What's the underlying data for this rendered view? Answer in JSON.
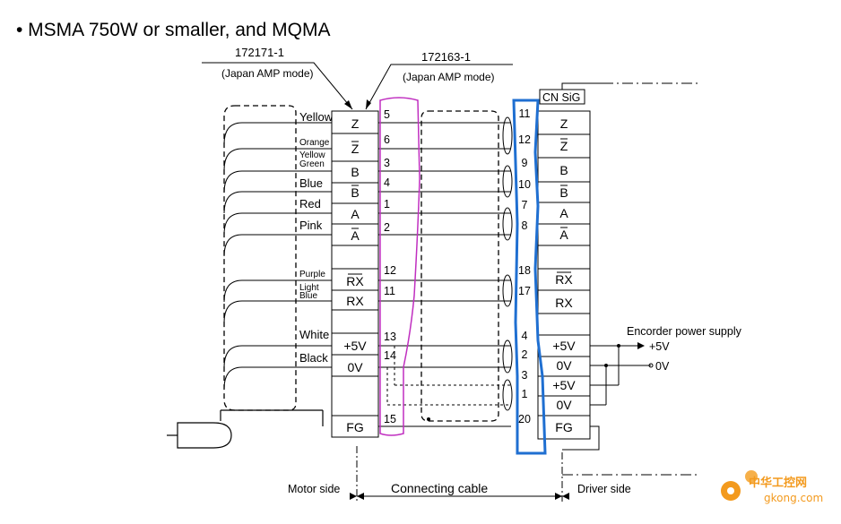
{
  "title": "• MSMA 750W or smaller, and MQMA",
  "connector_left": {
    "part": "172171-1",
    "mode": "(Japan AMP mode)"
  },
  "connector_mid": {
    "part": "172163-1",
    "mode": "(Japan AMP mode)"
  },
  "cn_label": "CN SiG",
  "wire_colors": [
    {
      "text": "Yellow",
      "small": false
    },
    {
      "text": "Orange",
      "small": true
    },
    {
      "text": "Yellow",
      "small": true
    },
    {
      "text": "Green",
      "small": true
    },
    {
      "text": "Blue",
      "small": false
    },
    {
      "text": "Red",
      "small": false
    },
    {
      "text": "Pink",
      "small": false
    },
    {
      "text": "Purple",
      "small": true
    },
    {
      "text": "Light",
      "small": true
    },
    {
      "text": "Blue",
      "small": true
    },
    {
      "text": "White",
      "small": false
    },
    {
      "text": "Black",
      "small": false
    }
  ],
  "motor_signals": [
    "Z",
    "Z",
    "B",
    "B",
    "A",
    "A",
    "RX",
    "RX",
    "+5V",
    "0V",
    "FG"
  ],
  "motor_pins": [
    "5",
    "6",
    "3",
    "4",
    "1",
    "2",
    "12",
    "11",
    "13",
    "14",
    "15"
  ],
  "driver_pins": [
    "11",
    "12",
    "9",
    "10",
    "7",
    "8",
    "18",
    "17",
    "4",
    "2",
    "3",
    "1",
    "20"
  ],
  "driver_signals": [
    "Z",
    "Z",
    "B",
    "B",
    "A",
    "A",
    "RX",
    "RX",
    "+5V",
    "0V",
    "+5V",
    "0V",
    "FG"
  ],
  "encoder_supply": {
    "title": "Encorder power supply",
    "plus": "+5V",
    "zero": "0V"
  },
  "sides": {
    "motor": "Motor side",
    "cable": "Connecting cable",
    "driver": "Driver side"
  },
  "watermark": {
    "brand": "中华工控网",
    "url": "gkong.com"
  },
  "colors": {
    "highlight_blue": "#1f6fd1",
    "highlight_magenta": "#c02fc0",
    "watermark_orange": "#f39a1e"
  }
}
